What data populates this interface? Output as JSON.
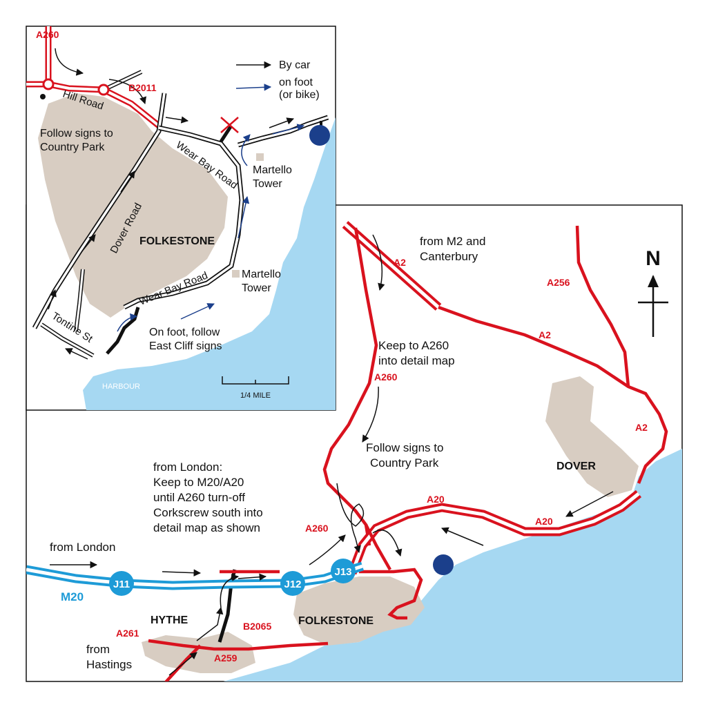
{
  "colors": {
    "sea": "#a6d8f2",
    "town": "#d8cdc2",
    "road_red": "#d9121e",
    "motorway_blue": "#1e9bd7",
    "foot_arrow": "#1b3f8b",
    "destination": "#1b3f8b"
  },
  "detail_map": {
    "legend": {
      "by_car": "By car",
      "on_foot_line1": "on foot",
      "on_foot_line2": "(or bike)"
    },
    "roads": {
      "a260": "A260",
      "b2011": "B2011",
      "hill_road": "Hill Road",
      "dover_road": "Dover Road",
      "wear_bay_road_north": "Wear Bay Road",
      "wear_bay_road_south": "Wear Bay Road",
      "tontine_st": "Tontine St"
    },
    "places": {
      "folkestone": "FOLKESTONE",
      "martello_tower_1_line1": "Martello",
      "martello_tower_1_line2": "Tower",
      "martello_tower_2_line1": "Martello",
      "martello_tower_2_line2": "Tower",
      "harbour": "HARBOUR"
    },
    "notes": {
      "country_park_line1": "Follow signs to",
      "country_park_line2": "Country Park",
      "east_cliff_line1": "On foot, follow",
      "east_cliff_line2": "East Cliff signs"
    },
    "scale": "1/4 MILE"
  },
  "overview_map": {
    "north": "N",
    "roads": {
      "a2_top": "A2",
      "a2_mid": "A2",
      "a2_right": "A2",
      "a256": "A256",
      "a260_left": "A260",
      "a260_lower": "A260",
      "a20_upper": "A20",
      "a20_lower": "A20",
      "m20": "M20",
      "a261": "A261",
      "a259": "A259",
      "b2065": "B2065"
    },
    "junctions": {
      "j11": "J11",
      "j12": "J12",
      "j13": "J13"
    },
    "places": {
      "dover": "DOVER",
      "folkestone": "FOLKESTONE",
      "hythe": "HYTHE"
    },
    "notes": {
      "m2_line1": "from M2 and",
      "m2_line2": "Canterbury",
      "keep_a260_line1": "Keep to A260",
      "keep_a260_line2": "into detail map",
      "follow_signs_line1": "Follow signs to",
      "follow_signs_line2": "Country Park",
      "london_instr_line1": "from London:",
      "london_instr_line2": "Keep to M20/A20",
      "london_instr_line3": "until A260 turn-off",
      "london_instr_line4": "Corkscrew south into",
      "london_instr_line5": "detail map as shown",
      "from_london": "from London",
      "from_hastings_line1": "from",
      "from_hastings_line2": "Hastings"
    }
  }
}
